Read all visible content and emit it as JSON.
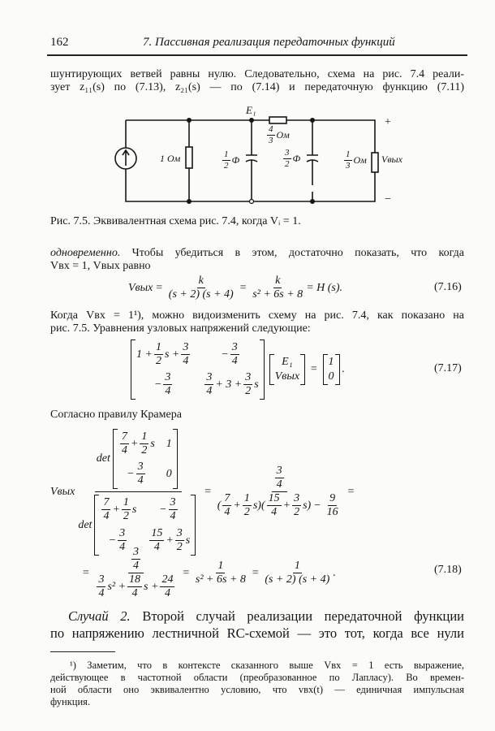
{
  "header": {
    "page_number": "162",
    "running_title": "7. Пассивная реализация передаточных функций"
  },
  "paragraph1": {
    "line1": "шунтирующих ветвей равны нулю. Следовательно, схема на рис. 7.4 реали-",
    "line2": "зует z₁₁(s)  по  (7.13),  z₂₁(s) — по  (7.14)  и  передаточную  функцию  (7.11)"
  },
  "circuit": {
    "node_label": "E₁",
    "series_resistor": {
      "num": "4",
      "den": "3",
      "unit": "Ом"
    },
    "shunt_resistor": "1 Ом",
    "cap1": {
      "num": "1",
      "den": "2",
      "unit": "Ф"
    },
    "cap2": {
      "num": "3",
      "den": "2",
      "unit": "Ф"
    },
    "load_resistor": {
      "num": "1",
      "den": "3",
      "unit": "Ом"
    },
    "output_label": "Vвых",
    "plus": "+",
    "minus": "−"
  },
  "caption": "Рис. 7.5. Эквивалентная схема рис. 7.4, когда Vᵢ = 1.",
  "paragraph2": {
    "line1_italic": "одновременно.",
    "line1_rest": " Чтобы  убедиться  в  этом,  достаточно  показать,  что  когда",
    "line2": "Vвх = 1, Vвых равно"
  },
  "eq716": {
    "lhs": "Vвых",
    "eq": "=",
    "f1_num": "k",
    "f1_den": "(s + 2) (s + 4)",
    "f2_num": "k",
    "f2_den": "s² + 6s + 8",
    "rhs": "= H (s).",
    "number": "(7.16)"
  },
  "paragraph3": {
    "line1": "Когда  Vвх = 1¹),  можно  видоизменить  схему  на  рис.  7.4,  как  показано  на",
    "line2": "рис. 7.5. Уравнения узловых напряжений следующие:"
  },
  "eq717": {
    "a11_pre": "1 +",
    "a11_f1": [
      "1",
      "2"
    ],
    "a11_mid": "s +",
    "a11_f2": [
      "3",
      "4"
    ],
    "a12_sign": "−",
    "a12_f": [
      "3",
      "4"
    ],
    "a21_sign": "−",
    "a21_f": [
      "3",
      "4"
    ],
    "a22_f1": [
      "3",
      "4"
    ],
    "a22_mid": "+ 3 +",
    "a22_f2": [
      "3",
      "2"
    ],
    "a22_post": "s",
    "x1": "E₁",
    "x2": "Vвых",
    "eq": "=",
    "b1": "1",
    "b2": "0",
    "dot": ".",
    "number": "(7.17)"
  },
  "cramer_label": "Согласно правилу Крамера",
  "eq_cramer": {
    "lhs": "Vвых",
    "det": "det",
    "n11_f": [
      "7",
      "4"
    ],
    "n11_plus": "+",
    "n11_f2": [
      "1",
      "2"
    ],
    "n11_s": "s",
    "n12": "1",
    "n21_sign": "−",
    "n21_f": [
      "3",
      "4"
    ],
    "n22": "0",
    "d11_f": [
      "7",
      "4"
    ],
    "d11_plus": "+",
    "d11_f2": [
      "1",
      "2"
    ],
    "d11_s": "s",
    "d12_sign": "−",
    "d12_f": [
      "3",
      "4"
    ],
    "d21_sign": "−",
    "d21_f": [
      "3",
      "4"
    ],
    "d22_f": [
      "15",
      "4"
    ],
    "d22_plus": "+",
    "d22_f2": [
      "3",
      "2"
    ],
    "d22_s": "s",
    "eq": "=",
    "r_num": [
      "3",
      "4"
    ],
    "r_den_open": "(",
    "r_den_f1": [
      "7",
      "4"
    ],
    "r_den_plus1": "+",
    "r_den_f2": [
      "1",
      "2"
    ],
    "r_den_s1": "s)",
    "r_den_open2": "(",
    "r_den_f3": [
      "15",
      "4"
    ],
    "r_den_plus2": "+",
    "r_den_f4": [
      "3",
      "2"
    ],
    "r_den_s2": "s)",
    "r_den_minus": "−",
    "r_den_f5": [
      "9",
      "16"
    ],
    "trail": "="
  },
  "eq718": {
    "eq": "=",
    "f1_num": [
      "3",
      "4"
    ],
    "f1_den_a": [
      "3",
      "4"
    ],
    "f1_den_a_s": "s² +",
    "f1_den_b": [
      "18",
      "4"
    ],
    "f1_den_b_s": "s +",
    "f1_den_c": [
      "24",
      "4"
    ],
    "f2_num": "1",
    "f2_den": "s² + 6s + 8",
    "f3_num": "1",
    "f3_den": "(s + 2) (s + 4)",
    "dot": ".",
    "number": "(7.18)"
  },
  "case2": {
    "line1_italic": "Случай 2.",
    "line1_rest": " Второй случай реализации передаточной функции",
    "line2": "по напряжению лестничной RC-схемой — это тот, когда все нули"
  },
  "footnote": {
    "line1": "¹) Заметим, что в контексте сказанного выше Vвх = 1 есть выражение,",
    "line2": "действующее в частотной области (преобразованное по Лапласу). Во времен-",
    "line3": "ной области оно эквивалентно условию, что vвх(t) — единичная импульсная",
    "line4": "функция."
  }
}
